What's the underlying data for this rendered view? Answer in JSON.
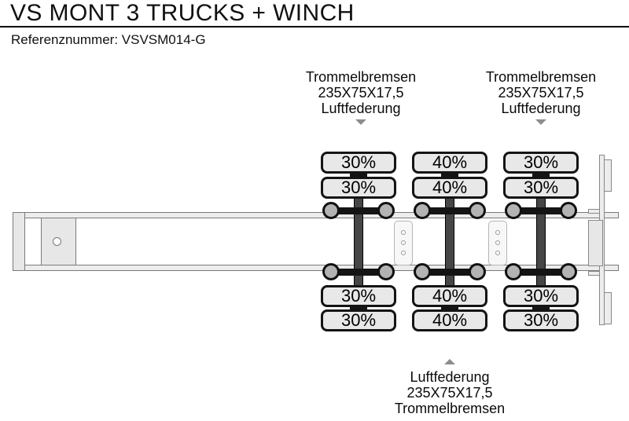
{
  "header": {
    "title": "VS MONT 3 TRUCKS + WINCH",
    "reference": "Referenznummer: VSVSM014-G"
  },
  "annotations": {
    "top": [
      {
        "lines": [
          "Trommelbremsen",
          "235X75X17,5",
          "Luftfederung"
        ]
      },
      {
        "lines": [
          "Trommelbremsen",
          "235X75X17,5",
          "Luftfederung"
        ]
      }
    ],
    "bottom": {
      "lines": [
        "Luftfederung",
        "235X75X17,5",
        "Trommelbremsen"
      ]
    }
  },
  "axles": [
    {
      "top_tires": [
        "30%",
        "30%"
      ],
      "bottom_tires": [
        "30%",
        "30%"
      ]
    },
    {
      "top_tires": [
        "40%",
        "40%"
      ],
      "bottom_tires": [
        "40%",
        "40%"
      ]
    },
    {
      "top_tires": [
        "30%",
        "30%"
      ],
      "bottom_tires": [
        "30%",
        "30%"
      ]
    }
  ],
  "icons": {
    "top_markers": "arrow-down",
    "bottom_marker": "arrow-up"
  },
  "colors": {
    "tire_fill": "#e8e8e8",
    "wheel_fill": "#b3b3b3",
    "axle_beam": "#464646",
    "rail_fill": "#ededed",
    "arrow": "#8d8d8d",
    "text": "#111111",
    "background": "#ffffff"
  }
}
